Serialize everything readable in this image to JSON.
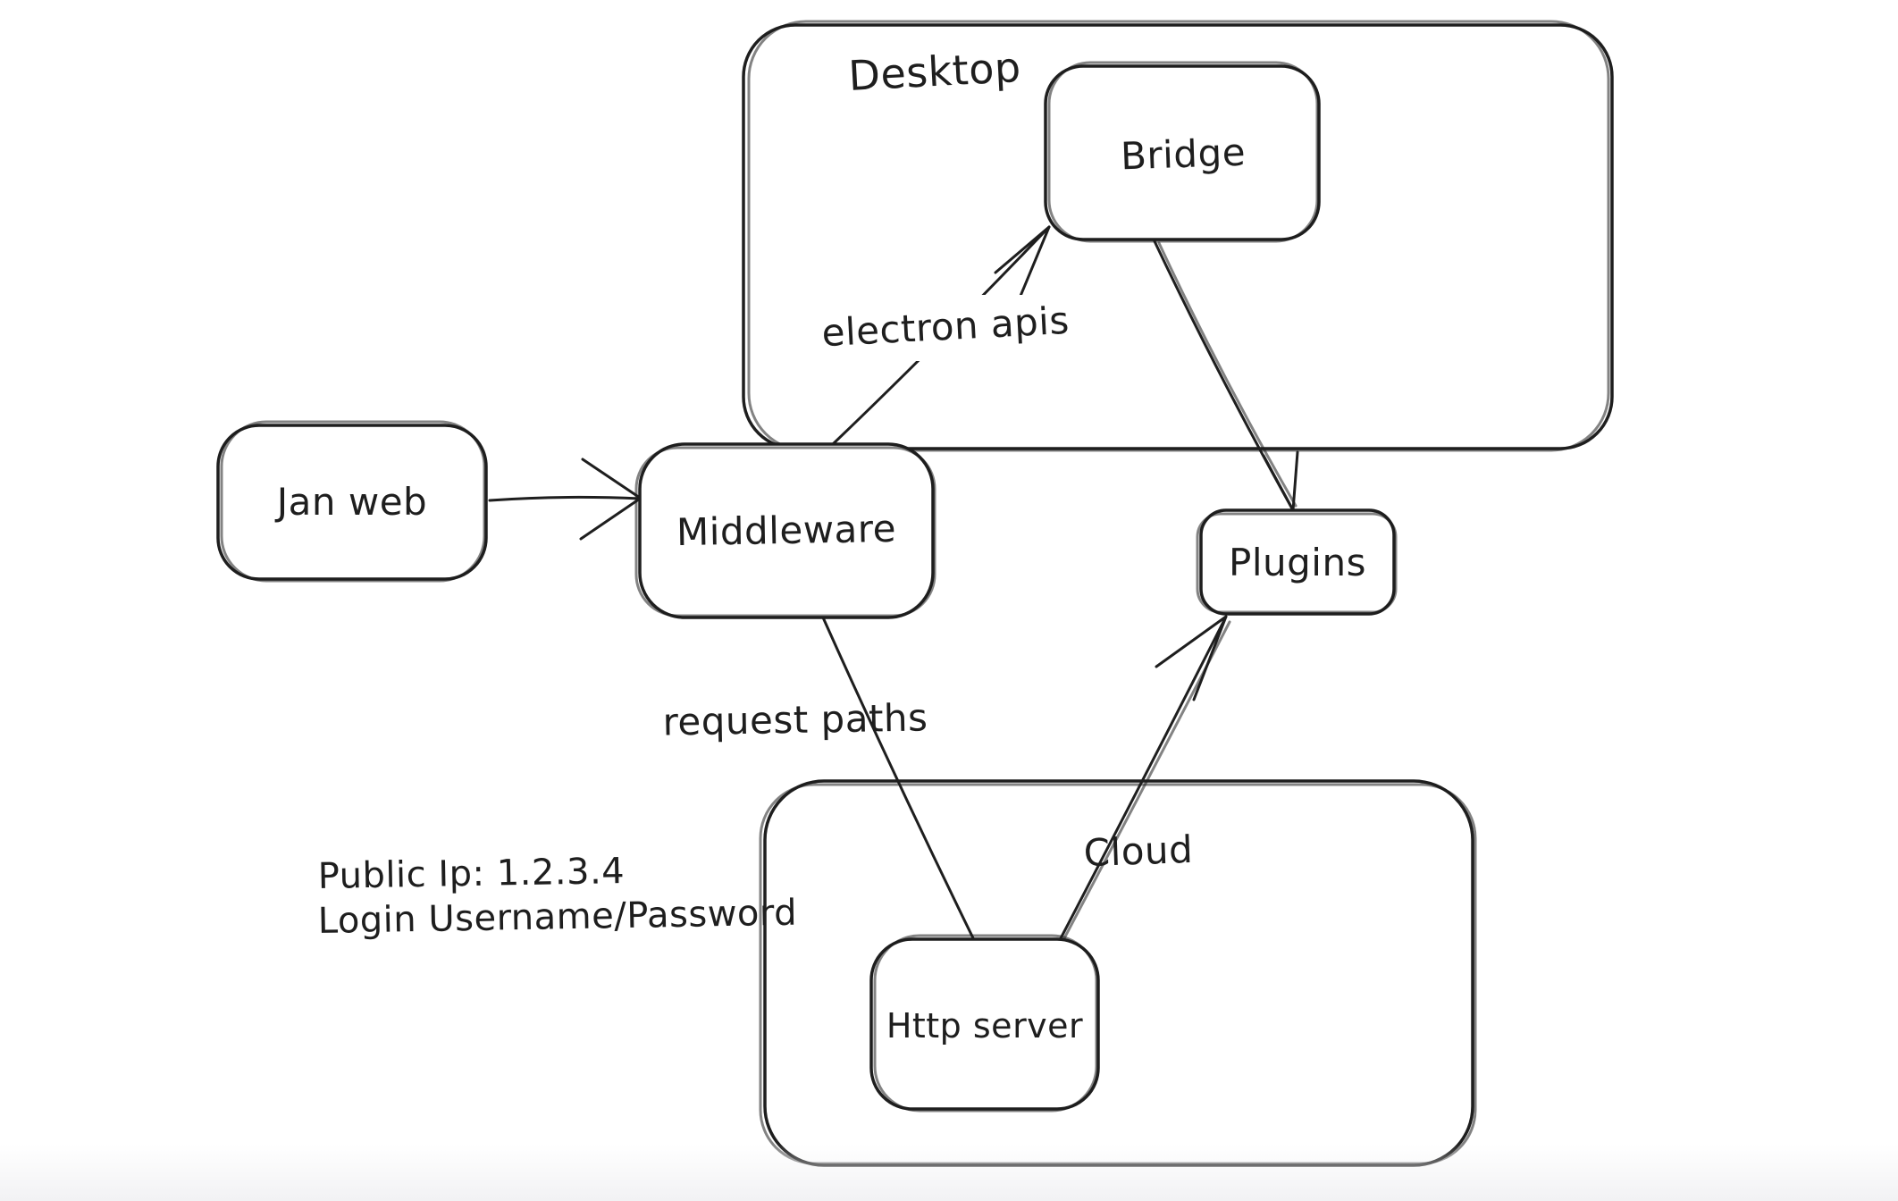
{
  "app": {
    "background": "#ffffff",
    "stroke_color": "#1e1e1e",
    "page_fade_color": "#f2f2f4"
  },
  "diagram": {
    "containers": [
      {
        "label": "Desktop"
      },
      {
        "label": "Cloud"
      }
    ],
    "nodes": [
      {
        "label": "Jan web"
      },
      {
        "label": "Middleware"
      },
      {
        "label": "Bridge"
      },
      {
        "label": "Plugins"
      },
      {
        "label": "Http server"
      }
    ],
    "edges": [
      {
        "from": "Jan web",
        "to": "Middleware",
        "label": ""
      },
      {
        "from": "Middleware",
        "to": "Bridge",
        "label": "electron apis"
      },
      {
        "from": "Bridge",
        "to": "Plugins",
        "label": ""
      },
      {
        "from": "Middleware",
        "to": "Http server",
        "label": "request paths"
      },
      {
        "from": "Http server",
        "to": "Plugins",
        "label": ""
      }
    ],
    "annotations": [
      {
        "text": "Public Ip: 1.2.3.4"
      },
      {
        "text": "Login Username/Password"
      }
    ]
  }
}
